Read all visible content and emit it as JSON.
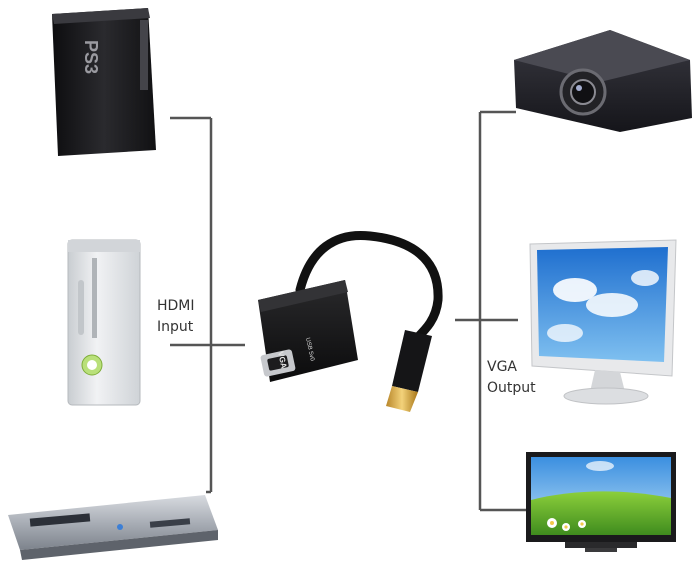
{
  "diagram": {
    "inputs_label": [
      "HDMI",
      "Input"
    ],
    "outputs_label": [
      "VGA",
      "Output"
    ],
    "adapter": {
      "port_label": "VGA",
      "usb_label": "USB 5v0"
    },
    "input_devices": [
      {
        "name": "ps3-console",
        "logo": "PS3"
      },
      {
        "name": "xbox-360-console"
      },
      {
        "name": "dvd-player"
      }
    ],
    "output_devices": [
      {
        "name": "projector"
      },
      {
        "name": "vga-monitor"
      },
      {
        "name": "tv-screen"
      }
    ],
    "colors": {
      "connector_line": "#555555",
      "device_dark": "#1c1c1e",
      "console_white": "#e6e8ea",
      "sky_blue": "#3a8fdc",
      "grass_green": "#5aa52a"
    }
  }
}
